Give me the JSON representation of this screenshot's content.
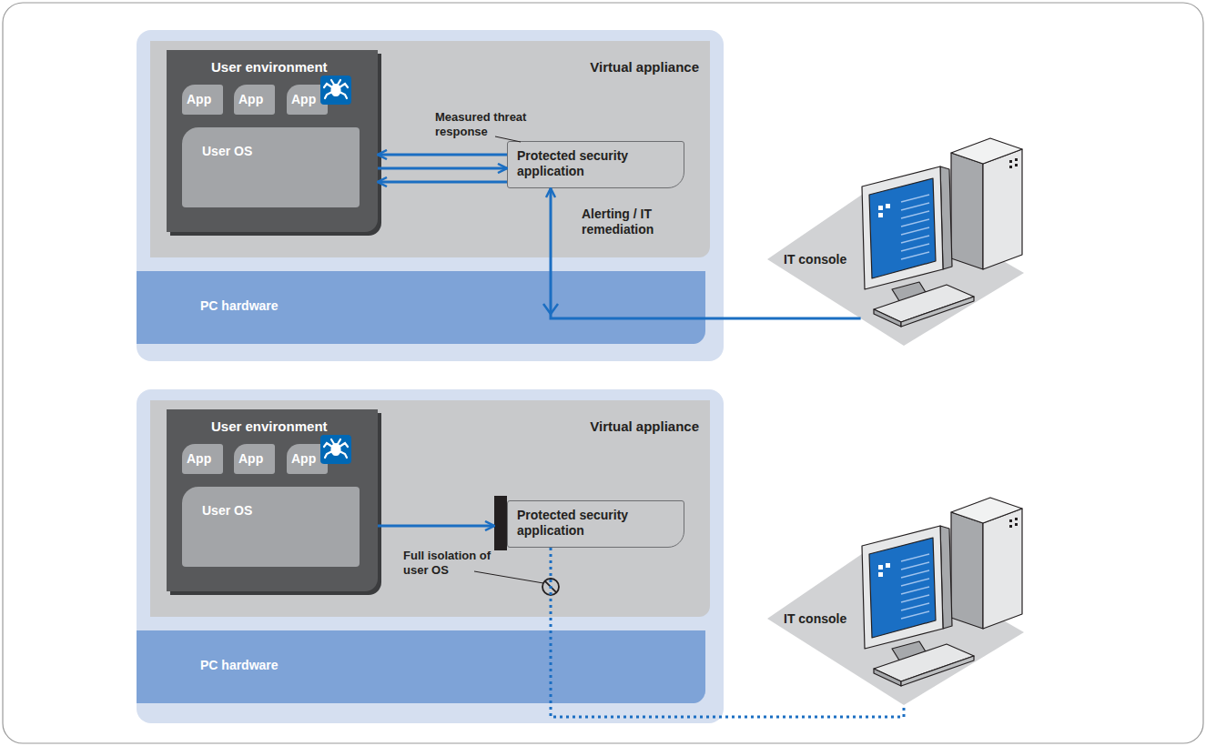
{
  "diagram": {
    "nodes": [
      {
        "text": [
          "Virtual appliance"
        ]
      },
      {
        "text": [
          "User environment"
        ],
        "in": 0
      },
      {
        "text": [
          "App"
        ],
        "in": 1
      },
      {
        "text": [
          "App"
        ],
        "in": 1
      },
      {
        "text": [
          "App"
        ],
        "in": 1
      },
      {
        "text": [
          "User OS"
        ],
        "in": 1
      },
      {
        "text": [
          "Protected security application"
        ],
        "in": 0
      },
      {
        "text": [
          "PC hardware"
        ]
      },
      {
        "text": [
          "IT console"
        ]
      },
      {
        "text": [
          "Virtual appliance"
        ]
      },
      {
        "text": [
          "User environment"
        ],
        "in": 9
      },
      {
        "text": [
          "App"
        ],
        "in": 10
      },
      {
        "text": [
          "App"
        ],
        "in": 10
      },
      {
        "text": [
          "App"
        ],
        "in": 10
      },
      {
        "text": [
          "User OS"
        ],
        "in": 10
      },
      {
        "text": [
          "Protected security application"
        ],
        "in": 9
      },
      {
        "text": [
          "PC hardware"
        ]
      },
      {
        "text": [
          "IT console"
        ]
      }
    ],
    "edges": [
      {
        "from": 6,
        "to": 1,
        "arrow": "to"
      },
      {
        "from": 1,
        "to": 6,
        "arrow": "to"
      },
      {
        "from": 6,
        "to": 1,
        "arrow": "to"
      },
      {
        "from": 8,
        "to": 6,
        "arrow": "to",
        "label": "Alerting / IT remediation"
      },
      {
        "from": 10,
        "to": 15,
        "arrow": "to"
      },
      {
        "from": 15,
        "to": 17,
        "arrow": "none"
      }
    ],
    "labels": [
      "Measured threat response",
      "Full isolation of user OS"
    ]
  }
}
